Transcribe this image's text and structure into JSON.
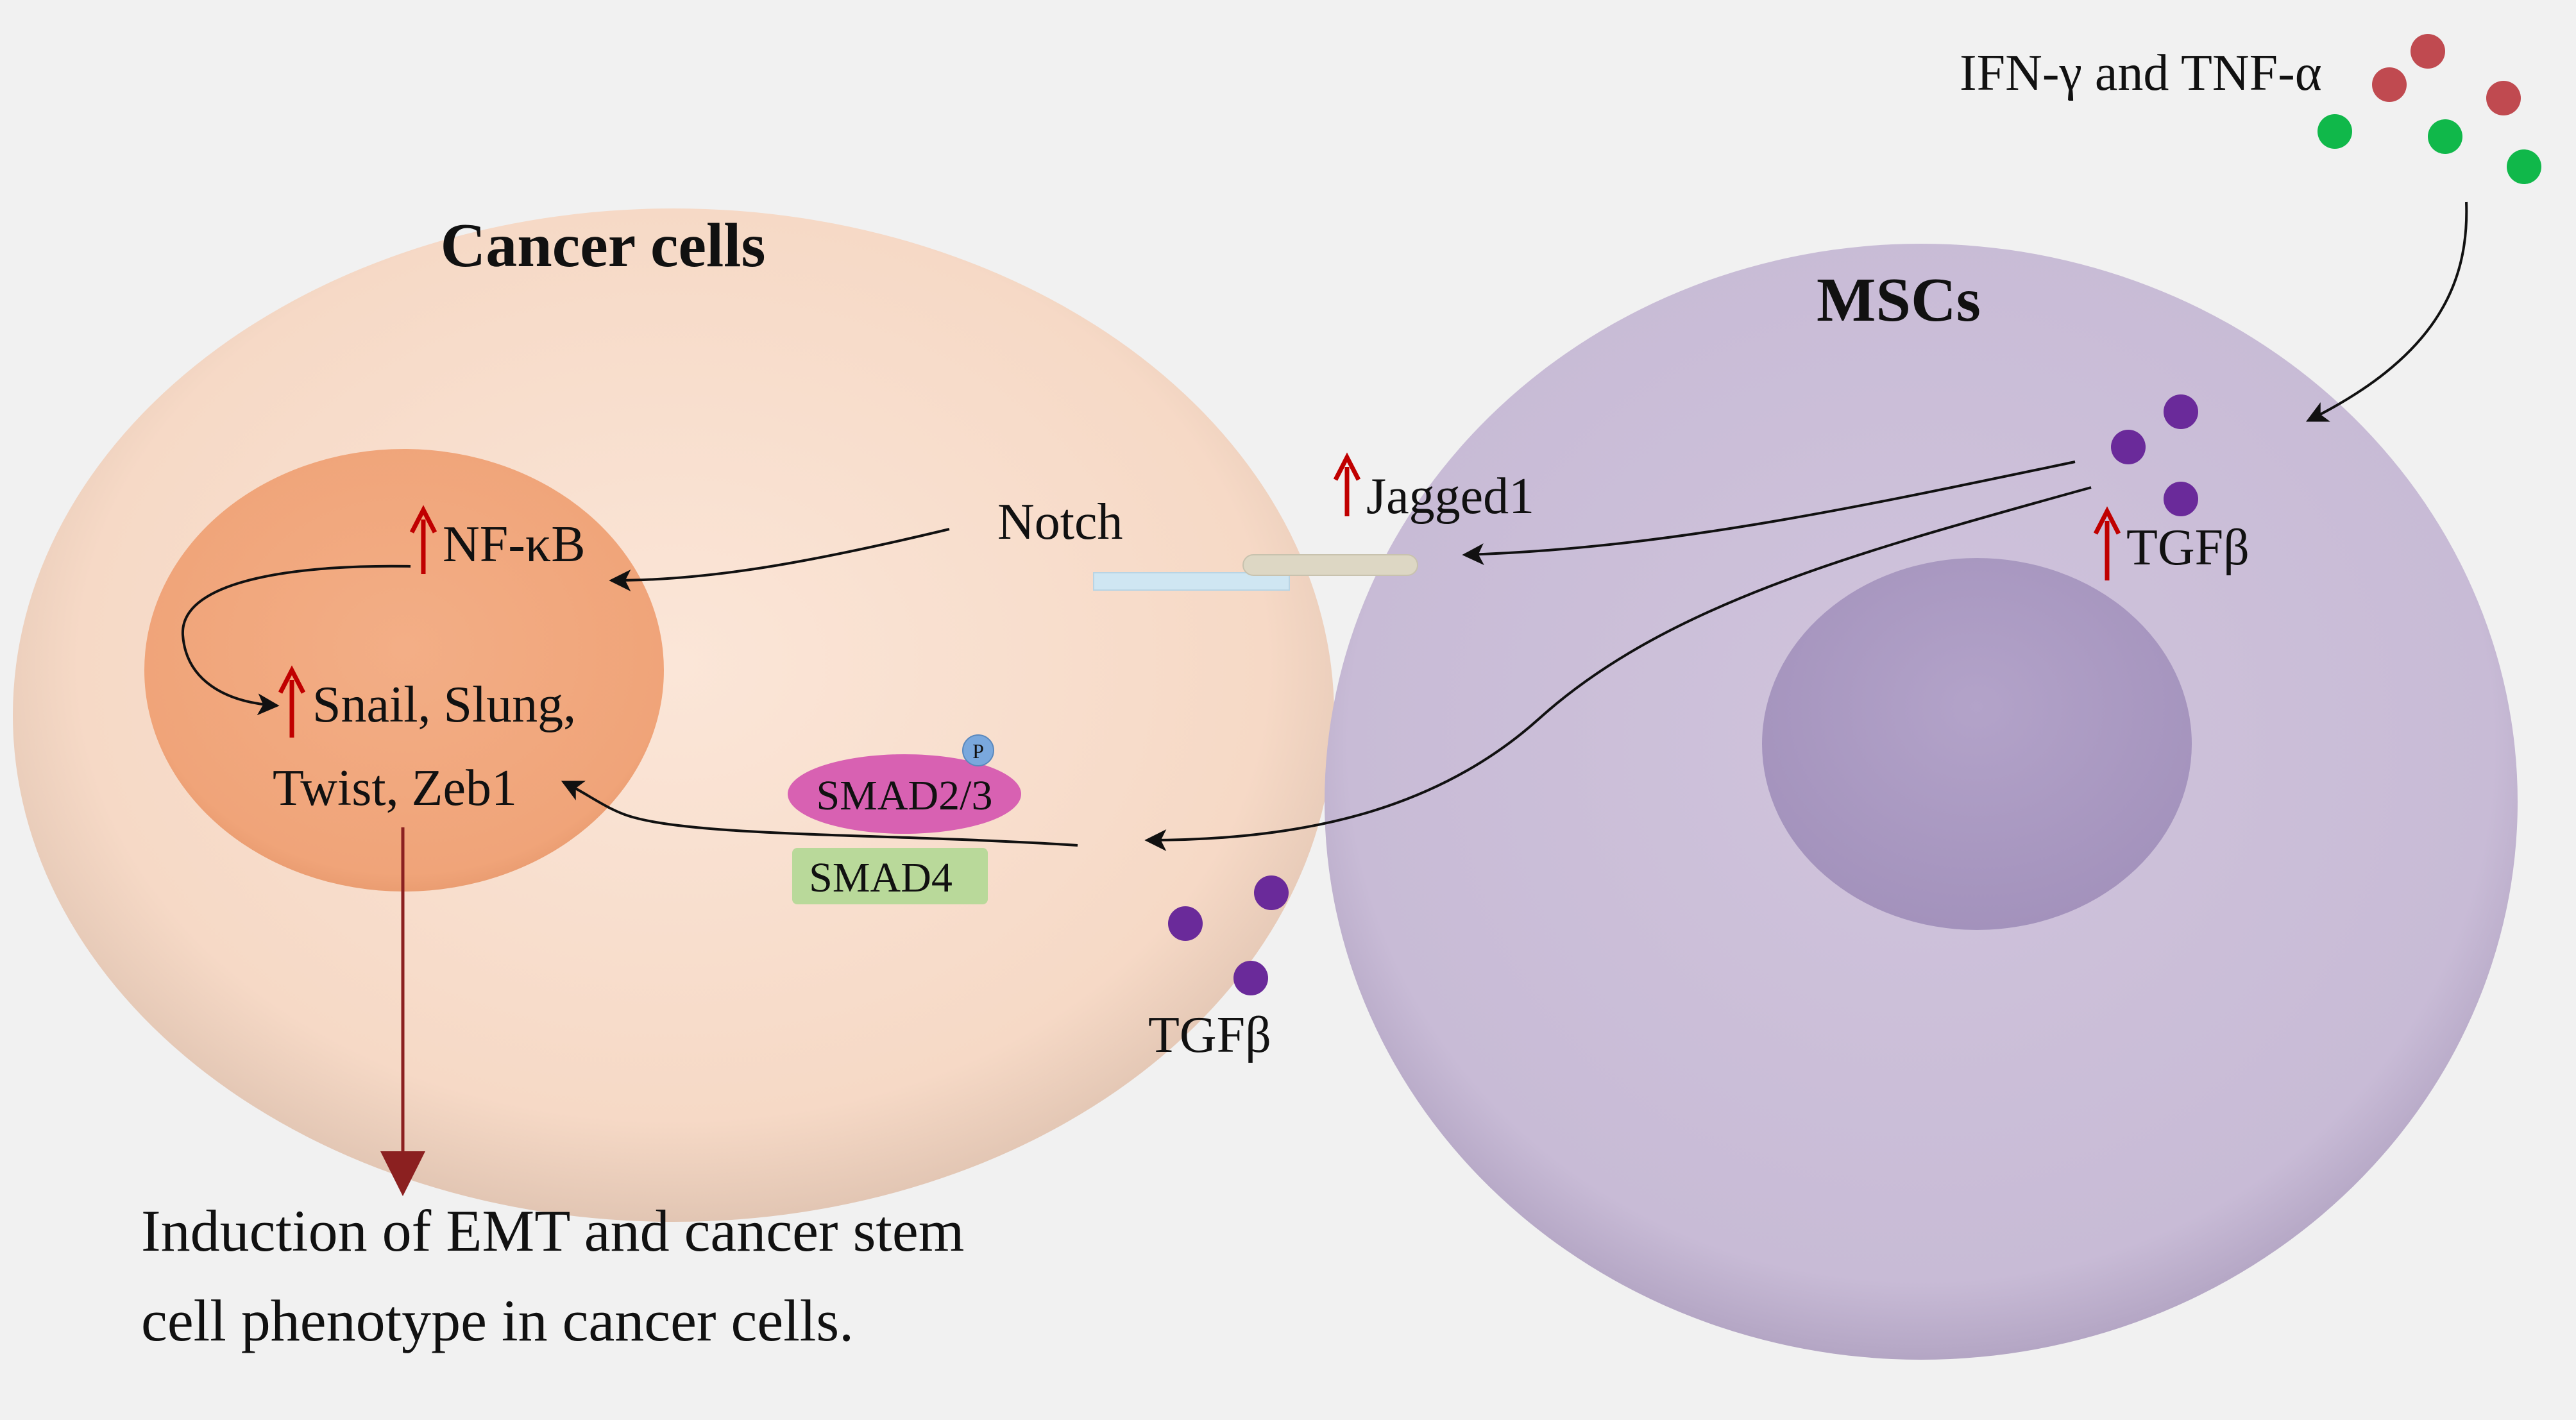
{
  "colors": {
    "background": "#f1f1f1",
    "cancer_cell_fill": "#f7dccb",
    "cancer_nucleus_fill": "#f1a77c",
    "msc_cell_fill": "#cbbfd8",
    "msc_nucleus_fill": "#ad9cc4",
    "up_arrow": "#c00000",
    "outcome_arrow": "#8b2020",
    "ifn_particle": "#c04a50",
    "tnf_particle": "#10b84a",
    "tgf_particle": "#6a2a9a",
    "smad23_fill": "#d861b2",
    "smad4_fill": "#b9d99a",
    "phospho_fill": "#7aa8dd",
    "notch_receptor_fill": "#cfe6f2",
    "jagged_ligand_fill": "#ddd7c4"
  },
  "cancer_cell": {
    "title": "Cancer cells",
    "nfkb": "NF-κB",
    "targets_line1": "Snail, Slung,",
    "targets_line2": "Twist, Zeb1",
    "notch": "Notch",
    "smad23": "SMAD2/3",
    "phospho": "P",
    "smad4": "SMAD4"
  },
  "msc_cell": {
    "title": "MSCs",
    "jagged": "Jagged1",
    "tgf_inside": "TGFβ"
  },
  "cytokines": {
    "label": "IFN-γ and TNF-α"
  },
  "secreted": {
    "tgf_label": "TGFβ"
  },
  "outcome": {
    "line1": "Induction of EMT and cancer stem",
    "line2": "cell phenotype in cancer cells."
  }
}
